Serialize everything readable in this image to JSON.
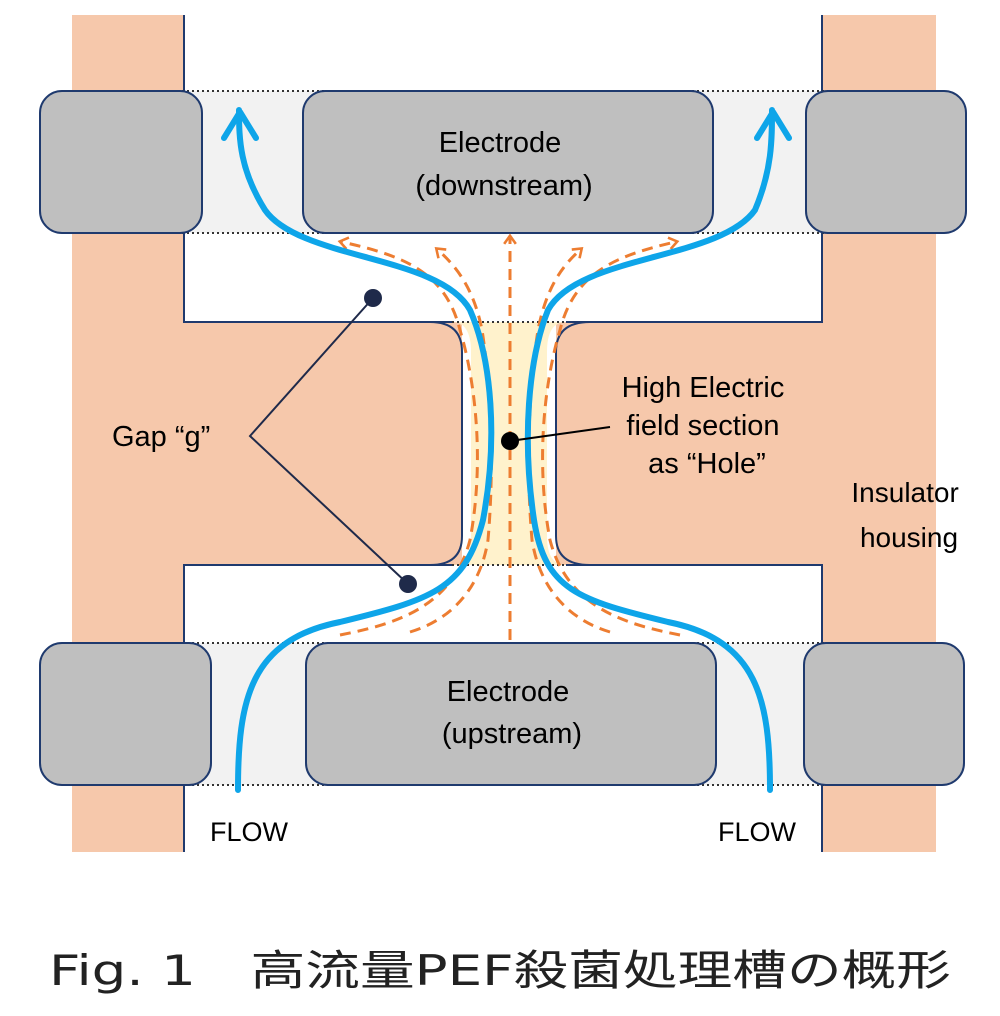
{
  "colors": {
    "insulator": "#f6c8ab",
    "electrode": "#bfbfbf",
    "electrode_stroke": "#1f3a6e",
    "housing_line": "#1f3a6e",
    "flow": "#0ea5e9",
    "field": "#ed7d31",
    "hole": "#fff2cc",
    "flow_channel": "#f2f2f2",
    "pointer": "#1f2a4a"
  },
  "icons": {
    "flow": "solid-arrow",
    "field": "dashed-arrow",
    "pointer": "dot-leader"
  },
  "labels": {
    "electrode_downstream": [
      "Electrode",
      "(downstream)"
    ],
    "electrode_upstream": [
      "Electrode",
      "(upstream)"
    ],
    "gap": "Gap “g”",
    "high_field": [
      "High Electric",
      "field section",
      "as “Hole”"
    ],
    "insulator": [
      "Insulator",
      "housing"
    ],
    "flow_left": "FLOW",
    "flow_right": "FLOW"
  },
  "caption": "Fig. 1　高流量PEF殺菌処理槽の概形"
}
